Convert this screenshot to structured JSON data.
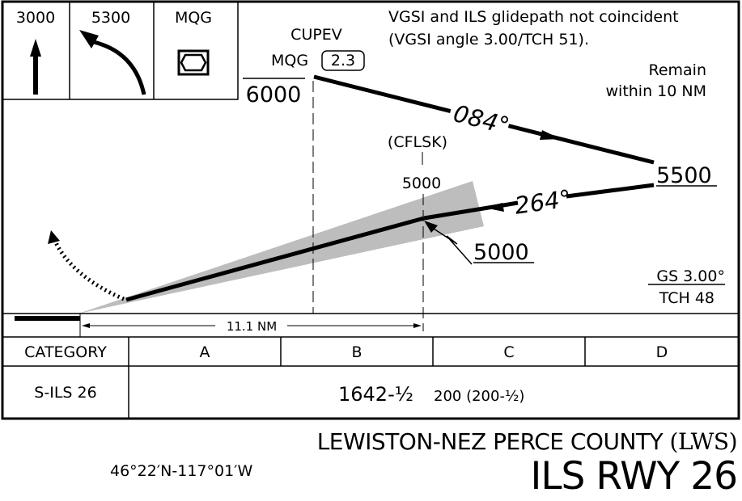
{
  "missed_approach": {
    "step1_altitude": "3000",
    "step2_altitude": "5300",
    "step3_fix": "MQG"
  },
  "notes": {
    "vgsi_line1": "VGSI and ILS glidepath not coincident",
    "vgsi_line2": "(VGSI angle 3.00/TCH 51).",
    "remain_line1": "Remain",
    "remain_line2": "within 10 NM"
  },
  "profile": {
    "cupev_name": "CUPEV",
    "cupev_nav": "MQG",
    "cupev_dme": "2.3",
    "cupev_altitude": "6000",
    "outbound_course": "084°",
    "turn_altitude": "5500",
    "inbound_course": "264°",
    "cflsk_name": "(CFLSK)",
    "cflsk_altitude": "5000",
    "gs_intercept_altitude": "5000",
    "gs_angle": "GS 3.00°",
    "tch": "TCH 48",
    "distance": "11.1 NM"
  },
  "minimums": {
    "header": [
      "CATEGORY",
      "A",
      "B",
      "C",
      "D"
    ],
    "row_label": "S-ILS 26",
    "row_value_main": "1642-½",
    "row_value_sub": "200 (200-½)"
  },
  "footer": {
    "airport_name": "LEWISTON-NEZ PERCE COUNTY",
    "airport_ident": "(LWS)",
    "procedure": "ILS RWY 26",
    "coordinates": "46°22′N-117°01′W"
  }
}
